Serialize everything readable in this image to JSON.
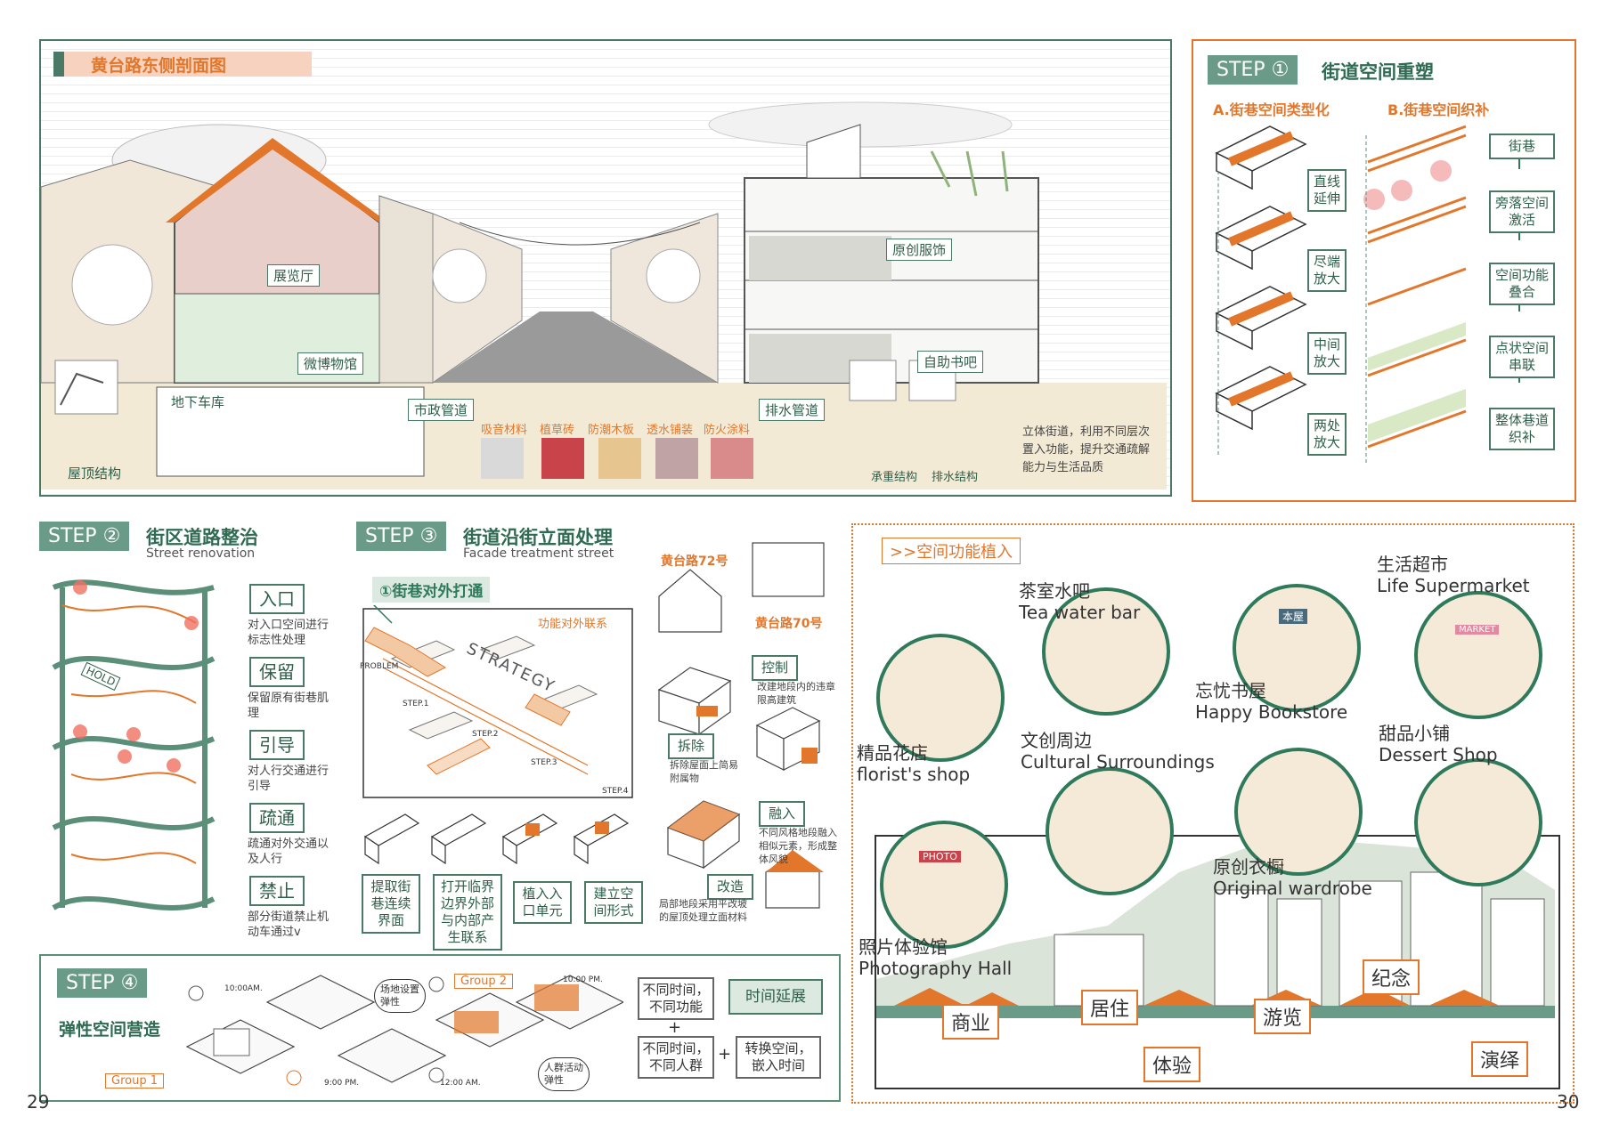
{
  "section_top": {
    "title": "黄台路东侧剖面图",
    "labels": {
      "exhibition": "展览厅",
      "micro_museum": "微博物馆",
      "garage": "地下车库",
      "roof": "屋顶结构",
      "municipal_pipe": "市政管道",
      "drain_pipe": "排水管道",
      "original_clothing": "原创服饰",
      "self_bookbar": "自助书吧",
      "bearing": "承重结构",
      "drain_structure": "排水结构"
    },
    "materials": [
      "吸音材料",
      "植草砖",
      "防潮木板",
      "透水铺装",
      "防火涂料"
    ],
    "material_colors": [
      "#d9d9d9",
      "#c9434a",
      "#e7c58e",
      "#bfa3a5",
      "#d98a8a"
    ],
    "note": "立体街道，利用不同层次置入功能，提升交通疏解能力与生活品质"
  },
  "step1": {
    "head": "STEP ①",
    "title": "街道空间重塑",
    "a_title": "A.街巷空间类型化",
    "b_title": "B.街巷空间织补",
    "types": [
      "直线延伸",
      "尽端放大",
      "中间放大",
      "两处放大"
    ],
    "flow": [
      "街巷",
      "旁落空间激活",
      "空间功能叠合",
      "点状空间串联",
      "整体巷道织补"
    ]
  },
  "step2": {
    "head": "STEP ②",
    "title": "街区道路整治",
    "subtitle": "Street renovation",
    "hold": "HOLD",
    "items": [
      {
        "label": "入口",
        "desc": "对入口空间进行标志性处理"
      },
      {
        "label": "保留",
        "desc": "保留原有街巷肌理"
      },
      {
        "label": "引导",
        "desc": "对人行交通进行引导"
      },
      {
        "label": "疏通",
        "desc": "疏通对外交通以及人行"
      },
      {
        "label": "禁止",
        "desc": "部分街道禁止机动车通过v"
      }
    ]
  },
  "step3": {
    "head": "STEP ③",
    "title": "街道沿街立面处理",
    "subtitle": "Facade treatment street",
    "sub_tag": "①街巷对外打通",
    "func_link": "功能对外联系",
    "axo_labels": [
      "PROBLEM",
      "STRATEGY",
      "STEP.1",
      "STEP.2",
      "STEP.3",
      "STEP.4"
    ],
    "steps": [
      "提取街巷连续界面",
      "打开临界边界外部与内部产生联系",
      "植入入口单元",
      "建立空间形式"
    ],
    "addr72": "黄台路72号",
    "addr70": "黄台路70号",
    "ops": [
      {
        "label": "控制",
        "desc": "改建地段内的违章限高建筑"
      },
      {
        "label": "拆除",
        "desc": "拆除屋面上简易附属物"
      },
      {
        "label": "融入",
        "desc": "不同风格地段融入相似元素，形成整体风貌"
      },
      {
        "label": "改造",
        "desc": "局部地段采用平改坡的屋顶处理立面材料"
      }
    ]
  },
  "step4": {
    "head": "STEP ④",
    "title": "弹性空间营造",
    "group1": "Group 1",
    "group2": "Group 2",
    "times": [
      "10:00AM.",
      "9:00 PM.",
      "12:00 AM.",
      "10:00 PM."
    ],
    "bubbles": [
      "场地设置弹性",
      "人群活动弹性"
    ],
    "logic": [
      "不同时间，不同功能",
      "+",
      "不同时间，不同人群",
      "+",
      "转换空间，嵌入时间",
      "时间延展"
    ]
  },
  "function": {
    "title": ">>空间功能植入",
    "shops": [
      {
        "cn": "茶室水吧",
        "en": "Tea water bar"
      },
      {
        "cn": "生活超市",
        "en": "Life Supermarket"
      },
      {
        "cn": "忘忧书屋",
        "en": "Happy Bookstore"
      },
      {
        "cn": "精品花店",
        "en": "florist's shop"
      },
      {
        "cn": "文创周边",
        "en": "Cultural Surroundings"
      },
      {
        "cn": "甜品小铺",
        "en": "Dessert Shop"
      },
      {
        "cn": "原创衣橱",
        "en": "Original wardrobe"
      },
      {
        "cn": "照片体验馆",
        "en": "Photography Hall"
      }
    ],
    "shop_signs": [
      "本屋",
      "MARKET",
      "PHOTO"
    ],
    "zones": [
      "商业",
      "居住",
      "游览",
      "纪念",
      "体验",
      "演绎"
    ]
  },
  "page_numbers": [
    "29",
    "30"
  ],
  "colors": {
    "green": "#2e7a5a",
    "orange": "#e2772b",
    "sage": "#6a9a88"
  }
}
